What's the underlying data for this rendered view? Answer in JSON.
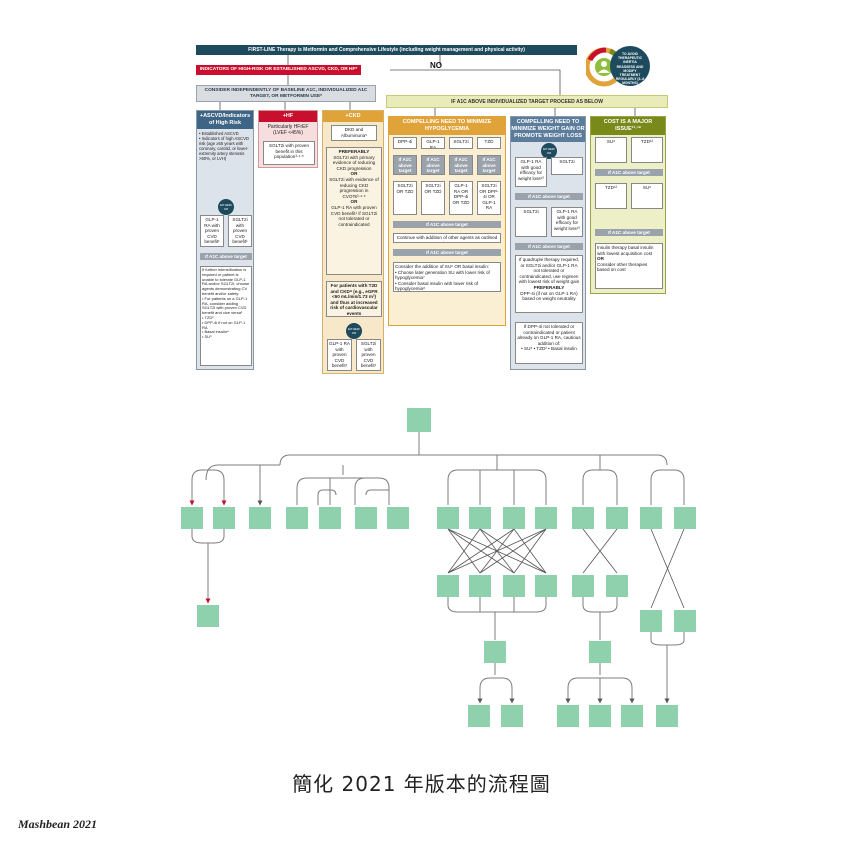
{
  "top": {
    "first_line": "FIRST-LINE Therapy is Metformin and Comprehensive Lifestyle (including weight management and physical activity)",
    "indicators": "INDICATORS OF HIGH-RISK OR ESTABLISHED ASCVD, CKD, OR HF*",
    "no_label": "NO",
    "consider": "CONSIDER INDEPENDENTLY OF BASELINE A1C, INDIVIDUALIZED A1C TARGET, OR METFORMIN USE*",
    "proceed": "IF A1C ABOVE INDIVIDUALIZED TARGET PROCEED AS BELOW",
    "avoid_badge": "TO AVOID THERAPEUTIC INERTIA REASSESS AND MODIFY TREATMENT REGULARLY (3–6 MONTHS)"
  },
  "ascvd": {
    "header": "+ASCVD/Indicators of High Risk",
    "bullets": "• Established ASCVD\n• Indicators of high ASCVD risk (age ≥55 years with coronary, carotid, or lower-extremity artery stenosis >50%, or LVH)",
    "either": "EITHER/ OR",
    "opt1": "GLP-1 RA with proven CVD benefit¹",
    "opt2": "SGLT2i with proven CVD benefit¹",
    "a1c": "If A1C above target",
    "further": "If further intensification is required or patient is unable to tolerate GLP-1 RA and/or SGLT2i, choose agents demonstrating CV benefit and/or safety:",
    "list": "• For patients on a GLP-1 RA, consider adding SGLT2i with proven CVD benefit and vice versa¹\n• TZD²\n• DPP-4i if not on GLP-1 RA\n• Basal insulin⁴\n• SU⁶"
  },
  "hf": {
    "header": "+HF",
    "sub": "Particularly HFrEF (LVEF <45%)",
    "box": "SGLT2i with proven benefit in this population³·⁴·⁵"
  },
  "ckd": {
    "header": "+CKD",
    "sub": "DKD and Albuminuria⁵",
    "preferably": "PREFERABLY",
    "pref_text": "SGLT2i with primary evidence of reducing CKD progression",
    "or": "OR",
    "sglt_text": "SGLT2i with evidence of reducing CKD progression in CVOTs³·⁴·⁵",
    "or2": "OR",
    "glp_text": "GLP-1 RA with proven CVD benefit¹ if SGLT2i not tolerated or contraindicated",
    "t2d": "For patients with T2D and CKD⁸ (e.g., eGFR <60 mL/min/1.73 m²) and thus at increased risk of cardiovascular events",
    "either": "EITHER/ OR",
    "opt1": "GLP-1 RA with proven CVD benefit¹",
    "opt2": "SGLT2i with proven CVD benefit¹"
  },
  "hypo": {
    "header": "COMPELLING NEED TO MINIMIZE HYPOGLYCEMIA",
    "drugs": [
      "DPP-4i",
      "GLP-1 RA",
      "SGLT2i",
      "TZD"
    ],
    "above": "If A1C above target",
    "second": [
      "SGLT2i OR TZD",
      "SGLT2i OR TZD",
      "GLP-1 RA OR DPP-4i OR TZD",
      "SGLT2i OR DPP-4i OR GLP-1 RA"
    ],
    "a1c2": "If A1C above target",
    "continue": "Continue with addition of other agents as outlined above",
    "a1c3": "If A1C above target",
    "consider": "Consider the addition of SU⁶ OR basal insulin:",
    "list": "• Choose later generation SU with lower risk of hypoglycemia⁷\n• Consider basal insulin with lower risk of hypoglycemia⁸"
  },
  "weight": {
    "header": "COMPELLING NEED TO MINIMIZE WEIGHT GAIN OR PROMOTE WEIGHT LOSS",
    "either": "EITHER/ OR",
    "opt1": "GLP-1 RA with good efficacy for weight loss¹⁰",
    "opt2": "SGLT2i",
    "a1c": "If A1C above target",
    "opt3": "SGLT2i",
    "opt4": "GLP-1 RA with good efficacy for weight loss¹⁰",
    "a1c2": "If A1C above target",
    "quad": "If quadruple therapy required, or SGLT2i and/or GLP-1 RA not tolerated or contraindicated, use regimen with lowest risk of weight gain",
    "preferably": "PREFERABLY",
    "dpp": "DPP-4i (if not on GLP-1 RA) based on weight neutrality",
    "last": "If DPP-4i not tolerated or contraindicated or patient already on GLP-1 RA, cautious addition of:",
    "last_list": "• SU⁶ • TZD² • Basal insulin"
  },
  "cost": {
    "header": "COST IS A MAJOR ISSUE¹¹·¹²",
    "drugs": [
      "SU⁶",
      "TZD¹²"
    ],
    "a1c": "If A1C above target",
    "drugs2": [
      "TZD¹²",
      "SU⁶"
    ],
    "a1c2": "If A1C above target",
    "insulin": "Insulin therapy basal insulin with lowest acquisition cost",
    "or": "OR",
    "consider": "Consider other therapies based on cost"
  },
  "caption": "簡化 2021 年版本的流程圖",
  "signature": "Mashbean 2021",
  "colors": {
    "navy": "#1d4a5c",
    "red": "#c8102e",
    "steel": "#5b7c9b",
    "gold": "#e0a33a",
    "olive": "#7a8a1a",
    "node_green": "#8fd1ad"
  }
}
